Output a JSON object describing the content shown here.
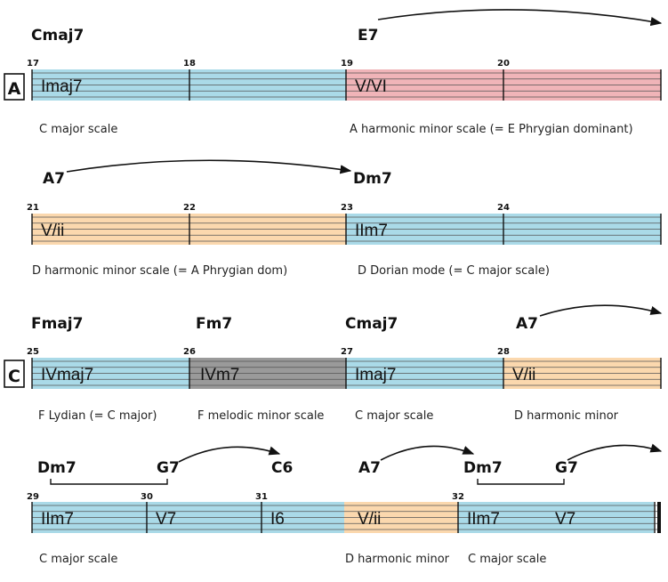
{
  "colors": {
    "blue": "#aadae8",
    "red": "#f0b4b8",
    "orange": "#fbd8ae",
    "gray": "#9a9a9a"
  },
  "rows": [
    {
      "rehearsal": "A",
      "bars": [
        "17",
        "18",
        "19",
        "20"
      ],
      "chords": [
        "Cmaj7",
        "E7"
      ],
      "segments": [
        {
          "roman": "Imaj7",
          "color": "blue"
        },
        {
          "roman": "V/VI",
          "color": "red"
        }
      ],
      "scales": [
        "C major scale",
        "A harmonic minor scale (= E Phrygian dominant)"
      ]
    },
    {
      "rehearsal": "",
      "bars": [
        "21",
        "22",
        "23",
        "24"
      ],
      "chords": [
        "A7",
        "Dm7"
      ],
      "segments": [
        {
          "roman": "V/ii",
          "color": "orange"
        },
        {
          "roman": "IIm7",
          "color": "blue"
        }
      ],
      "scales": [
        "D harmonic minor scale (= A Phrygian dom)",
        "D Dorian mode (= C major scale)"
      ]
    },
    {
      "rehearsal": "C",
      "bars": [
        "25",
        "26",
        "27",
        "28"
      ],
      "chords": [
        "Fmaj7",
        "Fm7",
        "Cmaj7",
        "A7"
      ],
      "segments": [
        {
          "roman": "IVmaj7",
          "color": "blue"
        },
        {
          "roman": "IVm7",
          "color": "gray"
        },
        {
          "roman": "Imaj7",
          "color": "blue"
        },
        {
          "roman": "V/ii",
          "color": "orange"
        }
      ],
      "scales": [
        "F Lydian (= C major)",
        "F melodic minor scale",
        "C major scale",
        "D harmonic minor"
      ]
    },
    {
      "rehearsal": "",
      "bars": [
        "29",
        "30",
        "31",
        "32"
      ],
      "chords": [
        "Dm7",
        "G7",
        "C6",
        "A7",
        "Dm7",
        "G7"
      ],
      "segments": [
        {
          "roman": "IIm7",
          "color": "blue"
        },
        {
          "roman": "V7",
          "color": "blue"
        },
        {
          "roman": "I6",
          "color": "blue"
        },
        {
          "roman": "V/ii",
          "color": "orange"
        },
        {
          "roman": "IIm7",
          "color": "blue"
        },
        {
          "roman": "V7",
          "color": "blue"
        }
      ],
      "scales": [
        "C major scale",
        "D harmonic minor",
        "C major scale"
      ]
    }
  ]
}
